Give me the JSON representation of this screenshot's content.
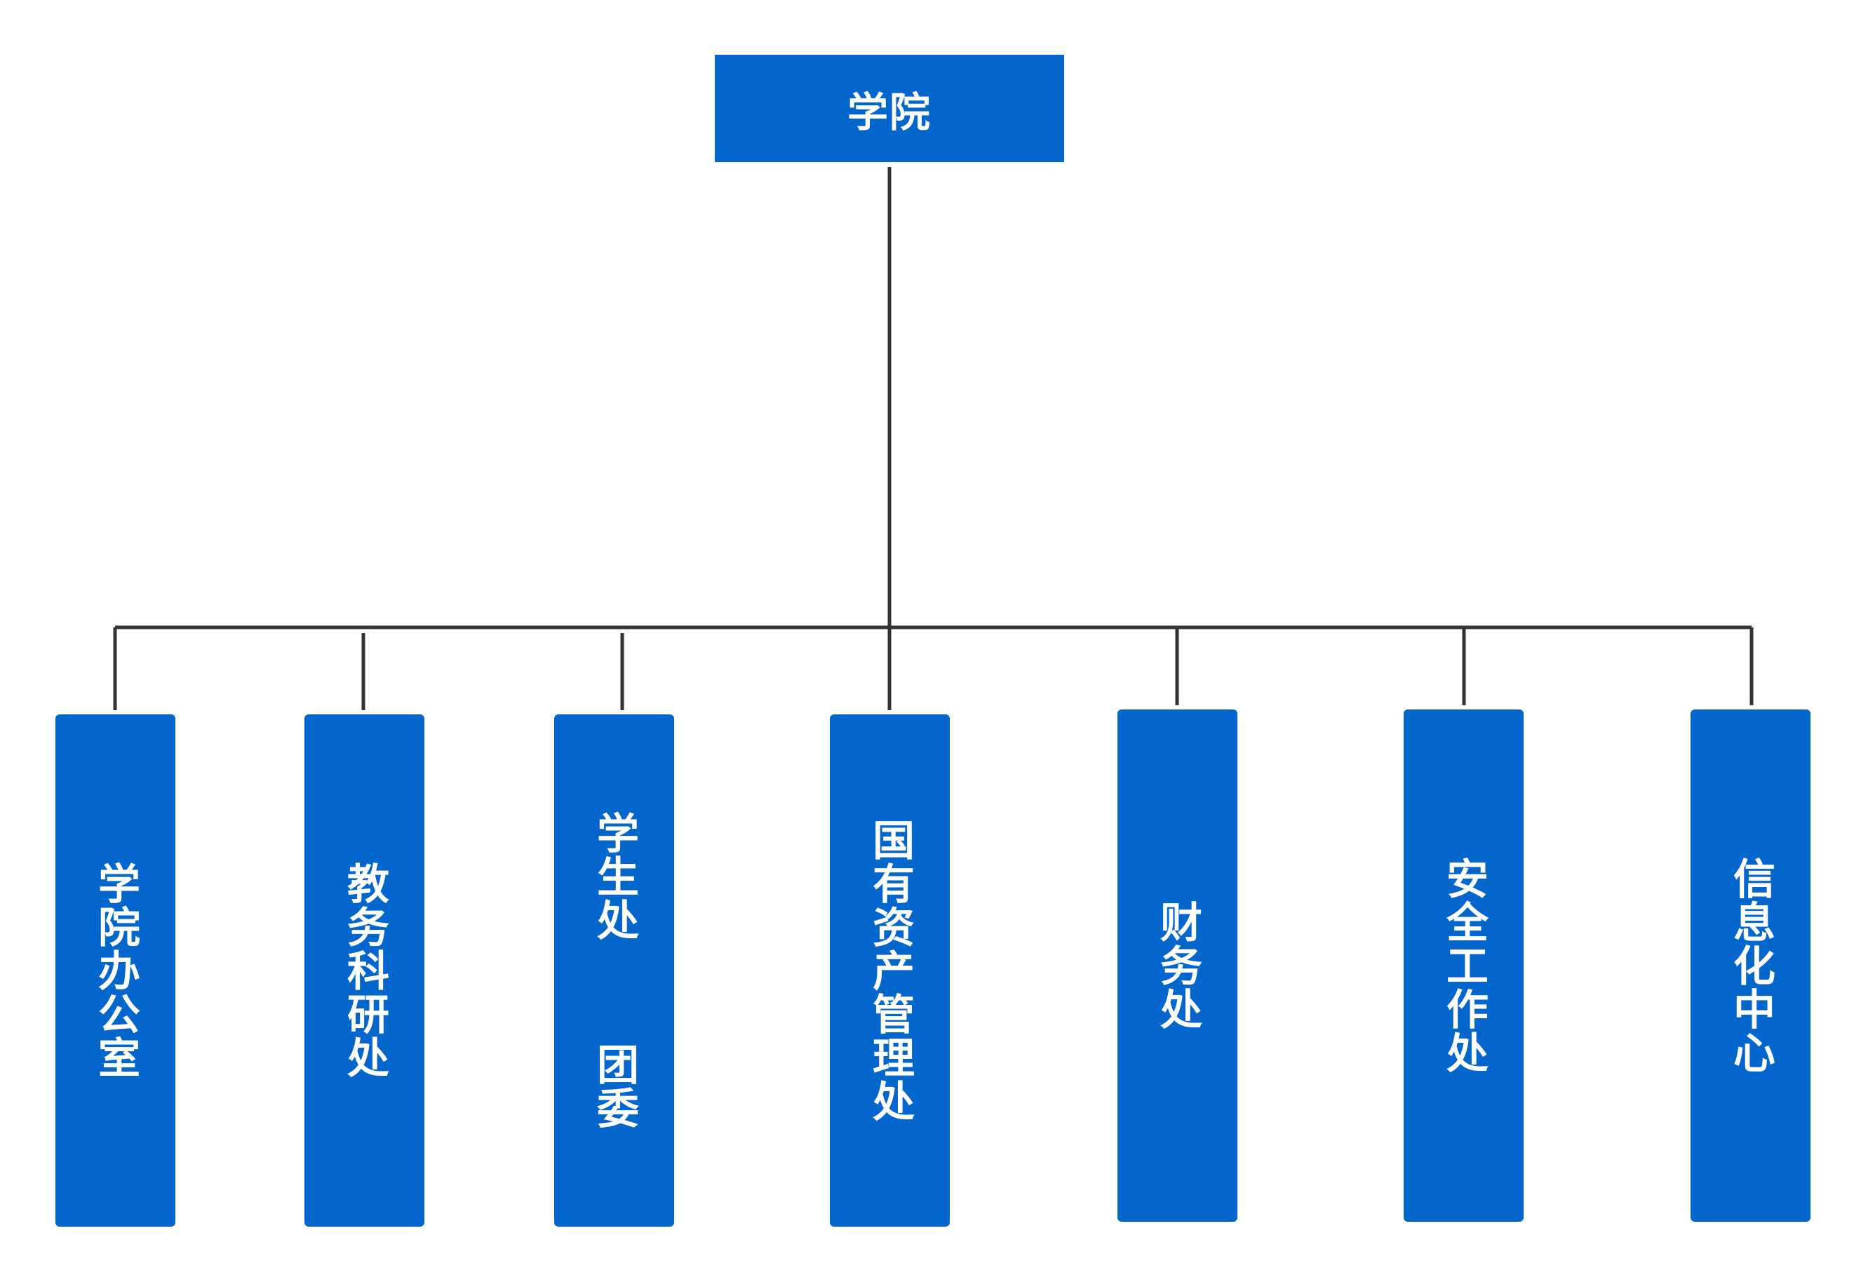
{
  "root": {
    "label": "学院"
  },
  "departments": [
    {
      "label": "学院办公室"
    },
    {
      "label": "教务科研处"
    },
    {
      "label": "学生处  团委"
    },
    {
      "label": "国有资产管理处"
    },
    {
      "label": "财务处"
    },
    {
      "label": "安全工作处"
    },
    {
      "label": "信息化中心"
    }
  ],
  "colors": {
    "node_fill": "#0366cc",
    "node_text": "#ffffff",
    "connector": "#333333"
  }
}
